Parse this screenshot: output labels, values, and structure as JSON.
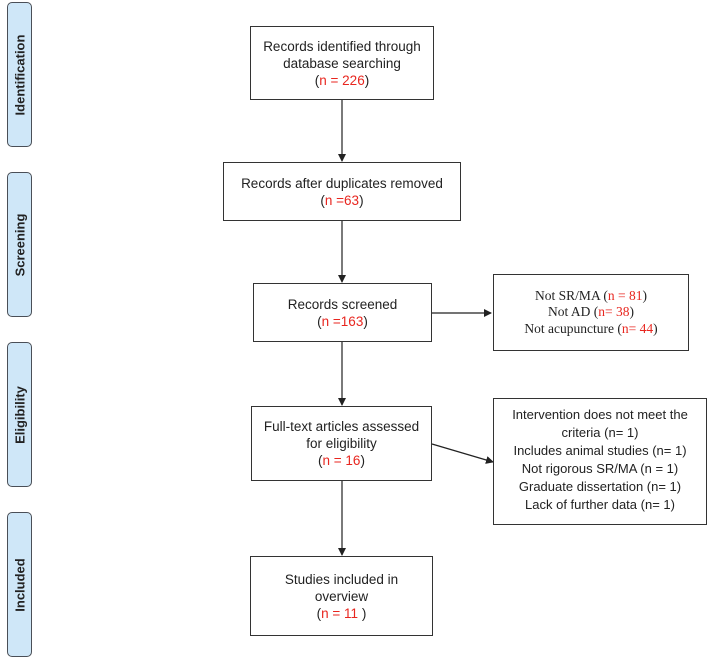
{
  "stages": {
    "identification": "Identification",
    "screening": "Screening",
    "eligibility": "Eligibility",
    "included": "Included"
  },
  "boxes": {
    "identified": {
      "line1": "Records identified through",
      "line2": "database searching",
      "count": "n = 226"
    },
    "duplicates": {
      "line1": "Records after duplicates removed",
      "count": "n =63"
    },
    "screened": {
      "line1": "Records screened",
      "count": "n =163"
    },
    "fulltext": {
      "line1": "Full-text articles assessed",
      "line2": "for eligibility",
      "count": "n = 16"
    },
    "included": {
      "line1": "Studies included in",
      "line2": "overview",
      "count": "n = 11 "
    }
  },
  "excluded_screening": [
    {
      "label": "Not SR/MA",
      "count": "n = 81"
    },
    {
      "label": "Not AD",
      "count": "n= 38"
    },
    {
      "label": "Not acupuncture",
      "count": "n= 44"
    }
  ],
  "excluded_eligibility": [
    "Intervention does not meet the",
    "criteria (n= 1)",
    "Includes animal studies (n= 1)",
    "Not rigorous SR/MA (n = 1)",
    "Graduate dissertation (n= 1)",
    "Lack of further data (n= 1)"
  ],
  "colors": {
    "stage_fill": "#cfe7f8",
    "count_red": "#e8261f"
  }
}
